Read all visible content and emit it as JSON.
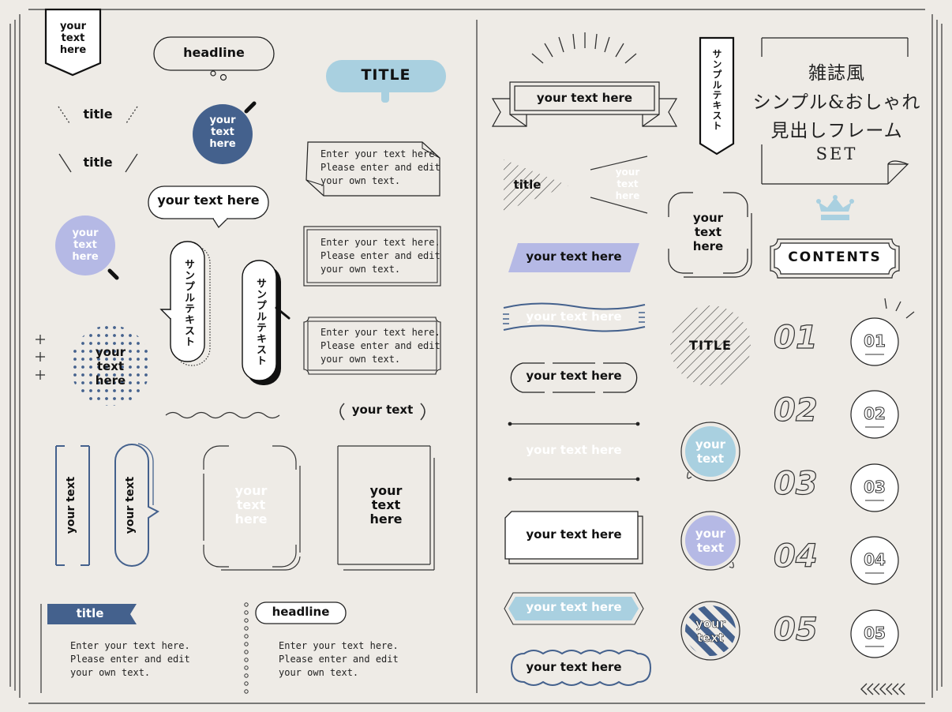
{
  "texts": {
    "your_text_here": "your text here",
    "your_text_lines": [
      "your",
      "text",
      "here"
    ],
    "your_text": "your text",
    "your_text_lines2": [
      "your",
      "text"
    ],
    "headline": "headline",
    "title_upper": "TITLE",
    "title_lower": "title",
    "contents": "CONTENTS",
    "sample_text_vertical": "サンプルテキスト",
    "enter_text_lines": [
      "Enter your text here.",
      "Please enter and edit",
      "your own text."
    ]
  },
  "banner": {
    "lines": [
      "雑誌風",
      "シンプル&おしゃれ",
      "見出しフレーム",
      "SET"
    ]
  },
  "numbers": {
    "outline": [
      "01",
      "02",
      "03",
      "04",
      "05"
    ],
    "circle": [
      "01",
      "02",
      "03",
      "04",
      "05"
    ]
  },
  "icons": {
    "crown": "crown-icon",
    "plus": "plus-icon",
    "chevrons": "double-chevron-left-icon"
  },
  "colors": {
    "background": "#eeebe6",
    "navy": "#44618d",
    "light_blue": "#a9d0e0",
    "lavender": "#b5b9e5",
    "line": "#333333",
    "white": "#ffffff"
  }
}
